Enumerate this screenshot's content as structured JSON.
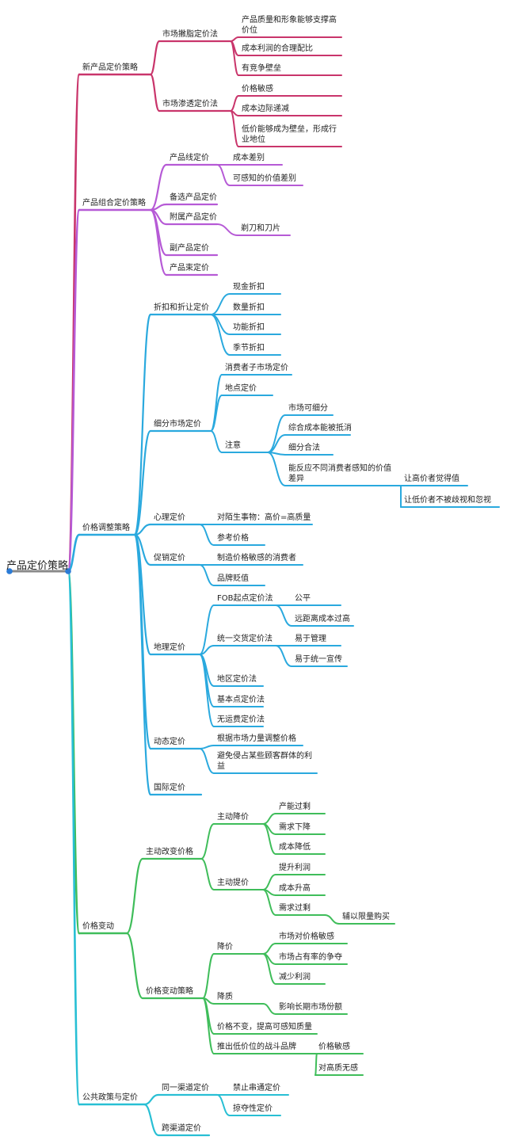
{
  "root": {
    "label": "产品定价策略"
  },
  "colors": {
    "strategy1": "#c9356b",
    "strategy2": "#b65ad6",
    "strategy3": "#2aa9de",
    "strategy4": "#3fbd5a",
    "strategy5": "#28bfd4",
    "root_bar": "#8a8a8a",
    "dot": "#2b7bd6"
  },
  "branches": [
    {
      "label": "新产品定价策略",
      "children": [
        {
          "label": "市场撇脂定价法",
          "children": [
            {
              "label": "产品质量和形象能够支撑高价位"
            },
            {
              "label": "成本利润的合理配比"
            },
            {
              "label": "有竞争壁垒"
            }
          ]
        },
        {
          "label": "市场渗透定价法",
          "children": [
            {
              "label": "价格敏感"
            },
            {
              "label": "成本边际递减"
            },
            {
              "label": "低价能够成为壁垒，形成行业地位"
            }
          ]
        }
      ]
    },
    {
      "label": "产品组合定价策略",
      "children": [
        {
          "label": "产品线定价",
          "children": [
            {
              "label": "成本差别"
            },
            {
              "label": "可感知的价值差别"
            }
          ]
        },
        {
          "label": "备选产品定价"
        },
        {
          "label": "附属产品定价",
          "children": [
            {
              "label": "剃刀和刀片"
            }
          ]
        },
        {
          "label": "副产品定价"
        },
        {
          "label": "产品束定价"
        }
      ]
    },
    {
      "label": "价格调整策略",
      "children": [
        {
          "label": "折扣和折让定价",
          "children": [
            {
              "label": "现金折扣"
            },
            {
              "label": "数量折扣"
            },
            {
              "label": "功能折扣"
            },
            {
              "label": "季节折扣"
            }
          ]
        },
        {
          "label": "细分市场定价",
          "children": [
            {
              "label": "消费者子市场定价"
            },
            {
              "label": "地点定价"
            },
            {
              "label": "注意",
              "children": [
                {
                  "label": "市场可细分"
                },
                {
                  "label": "综合成本能被抵消"
                },
                {
                  "label": "细分合法"
                },
                {
                  "label": "能反应不同消费者感知的价值差异",
                  "children": [
                    {
                      "label": "让高价者觉得值"
                    },
                    {
                      "label": "让低价者不被歧视和忽视"
                    }
                  ]
                }
              ]
            }
          ]
        },
        {
          "label": "心理定价",
          "children": [
            {
              "label": "对陌生事物：高价=高质量"
            },
            {
              "label": "参考价格"
            }
          ]
        },
        {
          "label": "促销定价",
          "children": [
            {
              "label": "制造价格敏感的消费者"
            },
            {
              "label": "品牌贬值"
            }
          ]
        },
        {
          "label": "地理定价",
          "children": [
            {
              "label": "FOB起点定价法",
              "children": [
                {
                  "label": "公平"
                },
                {
                  "label": "远距离成本过高"
                }
              ]
            },
            {
              "label": "统一交货定价法",
              "children": [
                {
                  "label": "易于管理"
                },
                {
                  "label": "易于统一宣传"
                }
              ]
            },
            {
              "label": "地区定价法"
            },
            {
              "label": "基本点定价法"
            },
            {
              "label": "无运费定价法"
            }
          ]
        },
        {
          "label": "动态定价",
          "children": [
            {
              "label": "根据市场力量调整价格"
            },
            {
              "label": "避免侵占某些顾客群体的利益"
            }
          ]
        },
        {
          "label": "国际定价"
        }
      ]
    },
    {
      "label": "价格变动",
      "children": [
        {
          "label": "主动改变价格",
          "children": [
            {
              "label": "主动降价",
              "children": [
                {
                  "label": "产能过剩"
                },
                {
                  "label": "需求下降"
                },
                {
                  "label": "成本降低"
                }
              ]
            },
            {
              "label": "主动提价",
              "children": [
                {
                  "label": "提升利润"
                },
                {
                  "label": "成本升高"
                },
                {
                  "label": "需求过剩",
                  "children": [
                    {
                      "label": "辅以限量购买"
                    }
                  ]
                }
              ]
            }
          ]
        },
        {
          "label": "价格变动策略",
          "children": [
            {
              "label": "降价",
              "children": [
                {
                  "label": "市场对价格敏感"
                },
                {
                  "label": "市场占有率的争夺"
                },
                {
                  "label": "减少利润"
                }
              ]
            },
            {
              "label": "降质",
              "children": [
                {
                  "label": "影响长期市场份额"
                }
              ]
            },
            {
              "label": "价格不变，提高可感知质量"
            },
            {
              "label": "推出低价位的战斗品牌",
              "children": [
                {
                  "label": "价格敏感"
                },
                {
                  "label": "对高质无感"
                }
              ]
            }
          ]
        }
      ]
    },
    {
      "label": "公共政策与定价",
      "children": [
        {
          "label": "同一渠道定价",
          "children": [
            {
              "label": "禁止串通定价"
            },
            {
              "label": "掠夺性定价"
            }
          ]
        },
        {
          "label": "跨渠道定价"
        }
      ]
    }
  ]
}
